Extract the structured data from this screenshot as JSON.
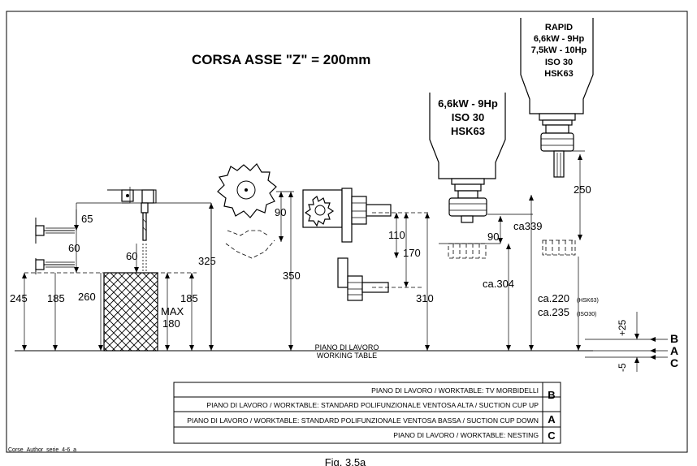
{
  "title": "CORSA ASSE \"Z\" = 200mm",
  "spindle_rapid": {
    "lines": [
      "RAPID",
      "6,6kW - 9Hp",
      "7,5kW - 10Hp",
      "ISO 30",
      "HSK63"
    ]
  },
  "spindle_std": {
    "lines": [
      "6,6kW - 9Hp",
      "ISO 30",
      "HSK63"
    ]
  },
  "dimensions": {
    "d65": "65",
    "d60a": "60",
    "d60b": "60",
    "d245": "245",
    "d185a": "185",
    "d260": "260",
    "d325": "325",
    "d90a": "90",
    "d350": "350",
    "d185b": "185",
    "max": "MAX",
    "d180": "180",
    "d110": "110",
    "d170": "170",
    "d310": "310",
    "d90b": "90",
    "ca304": "ca.304",
    "ca339": "ca339",
    "d250": "250",
    "ca220": "ca.220",
    "hsk63_small": "(HSK63)",
    "ca235": "ca.235",
    "iso30_small": "(ISO30)",
    "plus25": "+25",
    "minus5": "-5",
    "mark_b": "B",
    "mark_a": "A",
    "mark_c": "C"
  },
  "working_table": {
    "line1": "PIANO DI LAVORO",
    "line2": "WORKING TABLE"
  },
  "legend": [
    {
      "text": "PIANO DI LAVORO / WORKTABLE: TV MORBIDELLI",
      "code": "B"
    },
    {
      "text": "PIANO DI LAVORO / WORKTABLE: STANDARD POLIFUNZIONALE VENTOSA ALTA / SUCTION CUP UP",
      "code": ""
    },
    {
      "text": "PIANO DI LAVORO / WORKTABLE: STANDARD POLIFUNZIONALE VENTOSA BASSA / SUCTION CUP DOWN",
      "code": "A"
    },
    {
      "text": "PIANO DI LAVORO / WORKTABLE: NESTING",
      "code": "C"
    }
  ],
  "footer_code": "Corse_Author_serie_4-6_a",
  "figure_caption": "Fig. 3.5a"
}
